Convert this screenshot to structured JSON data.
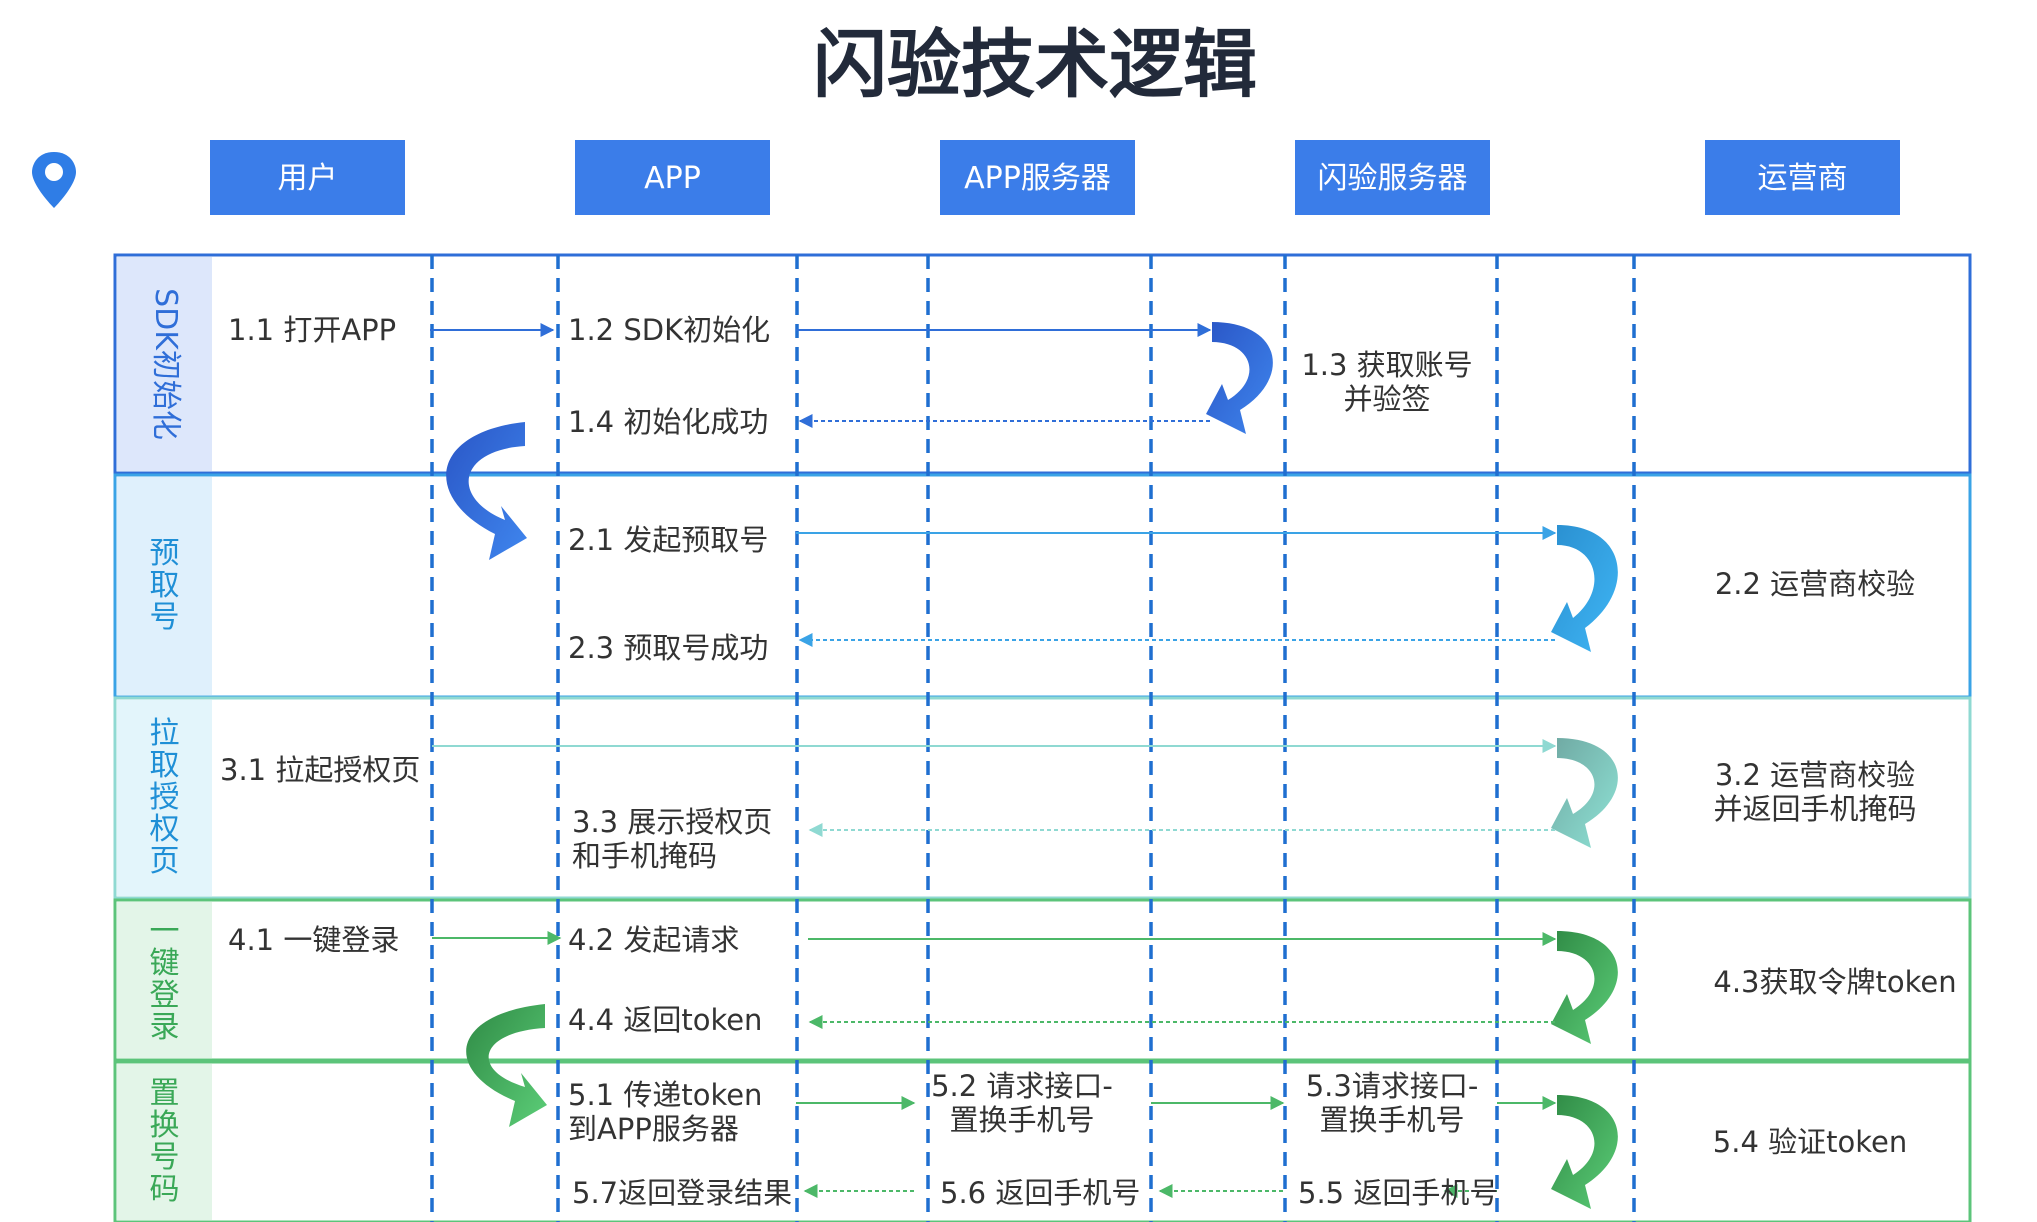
{
  "title": "闪验技术逻辑",
  "header_fill": "#3b7de9",
  "headers": [
    {
      "label": "用户"
    },
    {
      "label": "APP"
    },
    {
      "label": "APP服务器"
    },
    {
      "label": "闪验服务器"
    },
    {
      "label": "运营商"
    }
  ],
  "bands": [
    {
      "label": "SDK初始化",
      "vertical": "rotate",
      "chars": [],
      "border": "#2f6ed8",
      "fill": "#dde7fb",
      "text_color": "#2f6ed8",
      "steps": [
        {
          "lines": [
            "1.1 打开APP"
          ]
        },
        {
          "lines": [
            "1.2 SDK初始化"
          ]
        },
        {
          "lines": [
            "1.3 获取账号",
            "并验签"
          ]
        },
        {
          "lines": [
            "1.4 初始化成功"
          ]
        }
      ]
    },
    {
      "label": "预取号",
      "vertical": "stack",
      "chars": [
        "预",
        "取",
        "号"
      ],
      "border": "#3aa3e6",
      "fill": "#dff0fc",
      "text_color": "#1f8fd6",
      "steps": [
        {
          "lines": [
            "2.1 发起预取号"
          ]
        },
        {
          "lines": [
            "2.2 运营商校验"
          ]
        },
        {
          "lines": [
            "2.3 预取号成功"
          ]
        }
      ]
    },
    {
      "label": "拉取授权页",
      "vertical": "stack",
      "chars": [
        "拉",
        "取",
        "授",
        "权",
        "页"
      ],
      "border": "#8fd9d2",
      "fill": "#e3f5fb",
      "text_color": "#1f8fd6",
      "steps": [
        {
          "lines": [
            "3.1 拉起授权页"
          ]
        },
        {
          "lines": [
            "3.2 运营商校验",
            "并返回手机掩码"
          ]
        },
        {
          "lines": [
            "3.3 展示授权页",
            "和手机掩码"
          ]
        }
      ]
    },
    {
      "label": "一键登录",
      "vertical": "stack",
      "chars": [
        "一",
        "键",
        "登",
        "录"
      ],
      "border": "#5cc47a",
      "fill": "#e3f5e8",
      "text_color": "#3aa857",
      "steps": [
        {
          "lines": [
            "4.1 一键登录"
          ]
        },
        {
          "lines": [
            "4.2 发起请求"
          ]
        },
        {
          "lines": [
            "4.3获取令牌token"
          ]
        },
        {
          "lines": [
            "4.4 返回token"
          ]
        }
      ]
    },
    {
      "label": "置换号码",
      "vertical": "stack",
      "chars": [
        "置",
        "换",
        "号",
        "码"
      ],
      "border": "#5cc47a",
      "fill": "#e3f5e8",
      "text_color": "#3aa857",
      "steps": [
        {
          "lines": [
            "5.1 传递token",
            "到APP服务器"
          ]
        },
        {
          "lines": [
            "5.2 请求接口-",
            "置换手机号"
          ]
        },
        {
          "lines": [
            "5.3请求接口-",
            "置换手机号"
          ]
        },
        {
          "lines": [
            "5.4 验证token"
          ]
        },
        {
          "lines": [
            "5.5 返回手机号"
          ]
        },
        {
          "lines": [
            "5.6 返回手机号"
          ]
        },
        {
          "lines": [
            "5.7返回登录结果"
          ]
        }
      ]
    }
  ],
  "colors": {
    "title": "#222a3a",
    "blue": "#2f6ed8",
    "sky": "#3aa3e6",
    "teal": "#6fc9c0",
    "green": "#4cb868",
    "text": "#333333",
    "divider": "#1f6fd0",
    "pin": "#2f7de6"
  },
  "icon": "location-pin-icon"
}
